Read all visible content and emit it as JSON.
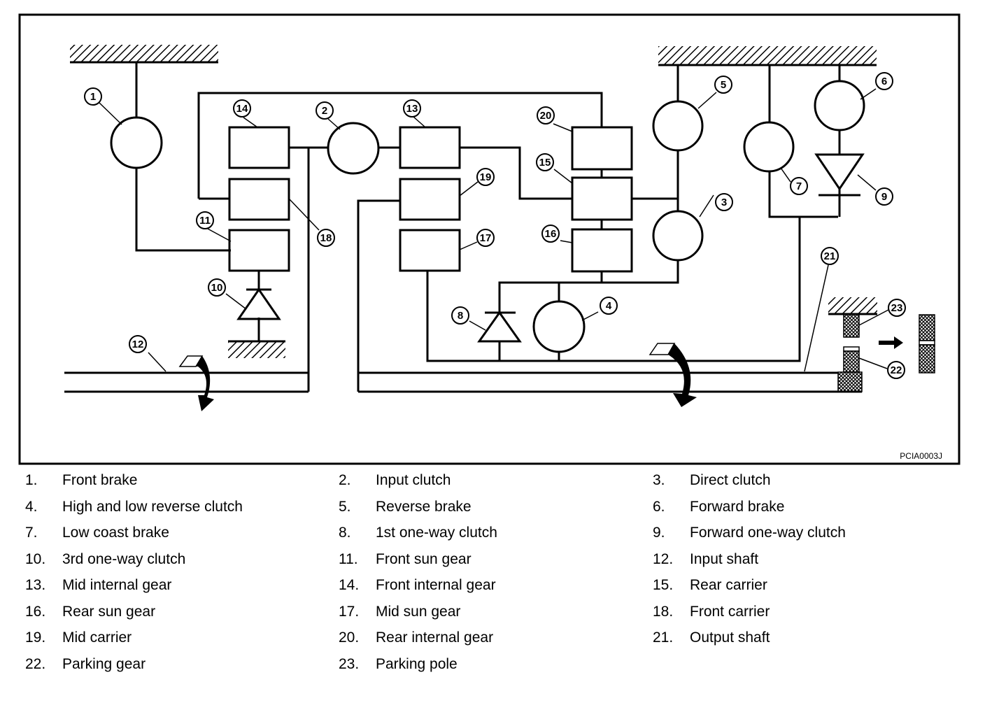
{
  "figure_code": "PCIA0003J",
  "components": [
    {
      "num": "1",
      "label": "Front brake"
    },
    {
      "num": "2",
      "label": "Input clutch"
    },
    {
      "num": "3",
      "label": "Direct clutch"
    },
    {
      "num": "4",
      "label": "High and low reverse clutch"
    },
    {
      "num": "5",
      "label": "Reverse brake"
    },
    {
      "num": "6",
      "label": "Forward brake"
    },
    {
      "num": "7",
      "label": "Low coast brake"
    },
    {
      "num": "8",
      "label": "1st one-way clutch"
    },
    {
      "num": "9",
      "label": "Forward one-way clutch"
    },
    {
      "num": "10",
      "label": "3rd one-way clutch"
    },
    {
      "num": "11",
      "label": "Front sun gear"
    },
    {
      "num": "12",
      "label": "Input shaft"
    },
    {
      "num": "13",
      "label": "Mid internal gear"
    },
    {
      "num": "14",
      "label": "Front internal gear"
    },
    {
      "num": "15",
      "label": "Rear carrier"
    },
    {
      "num": "16",
      "label": "Rear sun gear"
    },
    {
      "num": "17",
      "label": "Mid sun gear"
    },
    {
      "num": "18",
      "label": "Front carrier"
    },
    {
      "num": "19",
      "label": "Mid carrier"
    },
    {
      "num": "20",
      "label": "Rear internal gear"
    },
    {
      "num": "21",
      "label": "Output shaft"
    },
    {
      "num": "22",
      "label": "Parking gear"
    },
    {
      "num": "23",
      "label": "Parking pole"
    }
  ],
  "legend_separator": "."
}
